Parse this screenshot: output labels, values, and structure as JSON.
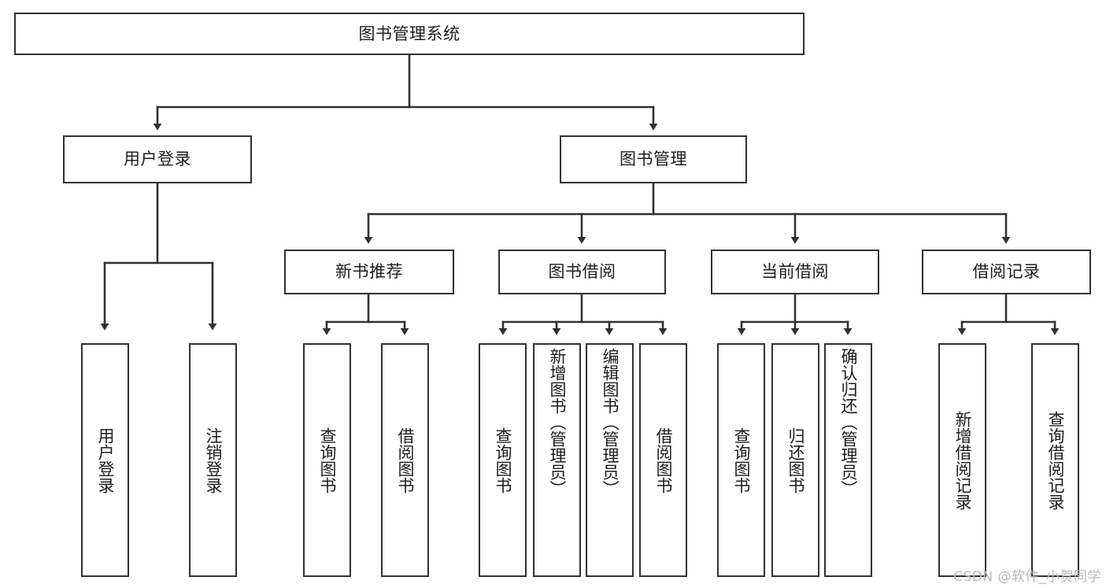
{
  "diagram": {
    "title": "图书管理系统",
    "type": "tree-hierarchy",
    "root": {
      "id": "root",
      "label": "图书管理系统"
    },
    "level2": [
      {
        "id": "user-login",
        "label": "用户登录"
      },
      {
        "id": "book-mgmt",
        "label": "图书管理"
      }
    ],
    "level3": [
      {
        "id": "new-book-rec",
        "label": "新书推荐",
        "parent": "book-mgmt"
      },
      {
        "id": "book-borrow",
        "label": "图书借阅",
        "parent": "book-mgmt"
      },
      {
        "id": "current-borrow",
        "label": "当前借阅",
        "parent": "book-mgmt"
      },
      {
        "id": "borrow-record",
        "label": "借阅记录",
        "parent": "book-mgmt"
      }
    ],
    "leaves": [
      {
        "id": "leaf-user-login",
        "label": "用户登录",
        "parent": "user-login"
      },
      {
        "id": "leaf-logout",
        "label": "注销登录",
        "parent": "user-login"
      },
      {
        "id": "leaf-query-book-1",
        "label": "查询图书",
        "parent": "new-book-rec"
      },
      {
        "id": "leaf-borrow-book-1",
        "label": "借阅图书",
        "parent": "new-book-rec"
      },
      {
        "id": "leaf-query-book-2",
        "label": "查询图书",
        "parent": "book-borrow"
      },
      {
        "id": "leaf-add-book",
        "label": "新增图书（管理员）",
        "parent": "book-borrow"
      },
      {
        "id": "leaf-edit-book",
        "label": "编辑图书（管理员）",
        "parent": "book-borrow"
      },
      {
        "id": "leaf-borrow-book-2",
        "label": "借阅图书",
        "parent": "book-borrow"
      },
      {
        "id": "leaf-query-book-3",
        "label": "查询图书",
        "parent": "current-borrow"
      },
      {
        "id": "leaf-return-book",
        "label": "归还图书",
        "parent": "current-borrow"
      },
      {
        "id": "leaf-confirm-return",
        "label": "确认归还（管理员）",
        "parent": "current-borrow"
      },
      {
        "id": "leaf-add-record",
        "label": "新增借阅记录",
        "parent": "borrow-record"
      },
      {
        "id": "leaf-query-record",
        "label": "查询借阅记录",
        "parent": "borrow-record"
      }
    ],
    "colors": {
      "border": "#33302f",
      "background": "#ffffff",
      "text": "#1d1d1d",
      "connector": "#33302f",
      "watermark": "#b9b9b9"
    }
  },
  "watermark": {
    "text": "CSDN @软件_小贺同学"
  }
}
